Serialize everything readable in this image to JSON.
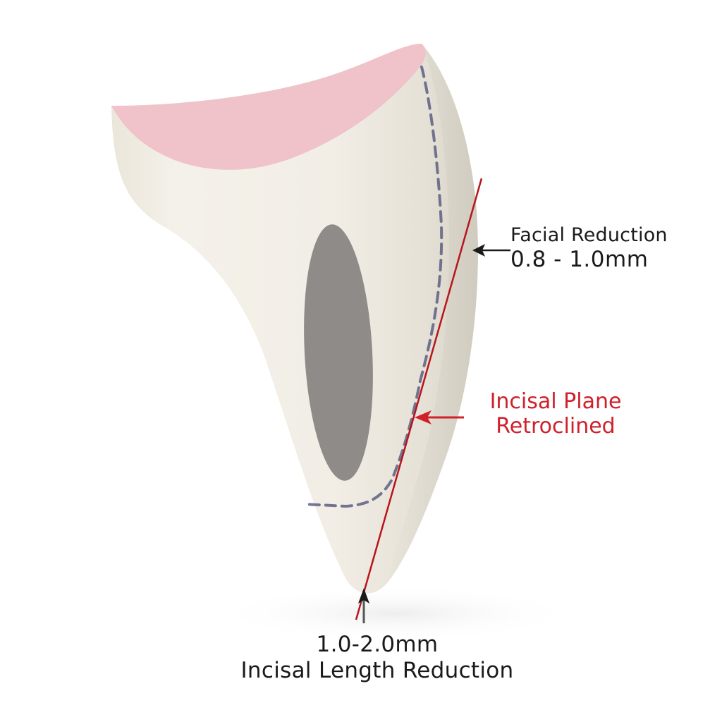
{
  "diagram": {
    "subject": "Tooth preparation cross-section (veneer prep)",
    "colors": {
      "background": "#ffffff",
      "tooth_body": "#f1ede4",
      "tooth_shadow": "#d9d4c8",
      "gingiva_pink": "#efc3c9",
      "pulp_gray": "#8e8b88",
      "prep_dashed_line": "#5a5f82",
      "incisal_plane_line": "#b8141c",
      "annotation_text": "#1a1a1a",
      "highlight_text": "#d0202a"
    },
    "annotations": {
      "facial_reduction": {
        "title": "Facial Reduction",
        "value": "0.8 - 1.0mm"
      },
      "incisal_plane": {
        "line1": "Incisal Plane",
        "line2": "Retroclined"
      },
      "incisal_length": {
        "value": "1.0-2.0mm",
        "title": "Incisal Length Reduction"
      }
    },
    "icons": {
      "facial_arrow": "arrow-left",
      "incisal_plane_arrow": "arrow-left",
      "incisal_length_arrow": "arrow-up"
    }
  }
}
